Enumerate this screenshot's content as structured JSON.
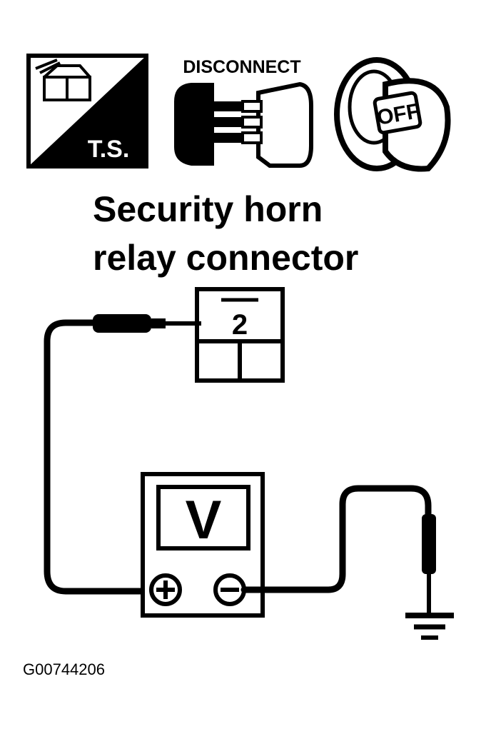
{
  "icons": {
    "test_symbol": {
      "icon": "test-symbol-icon",
      "label": "T.S."
    },
    "disconnect": {
      "icon": "disconnect-connector-icon",
      "label": "DISCONNECT"
    },
    "ignition": {
      "icon": "ignition-key-off-icon",
      "label": "OFF"
    }
  },
  "title": {
    "line1": "Security horn",
    "line2": "relay connector"
  },
  "connector": {
    "terminal_label": "2"
  },
  "meter": {
    "display": "V",
    "positive_icon": "plus-terminal-icon",
    "negative_icon": "minus-terminal-icon"
  },
  "ground": {
    "icon": "ground-symbol-icon"
  },
  "figure_id": "G00744206",
  "colors": {
    "ink": "#000000",
    "paper": "#ffffff"
  }
}
